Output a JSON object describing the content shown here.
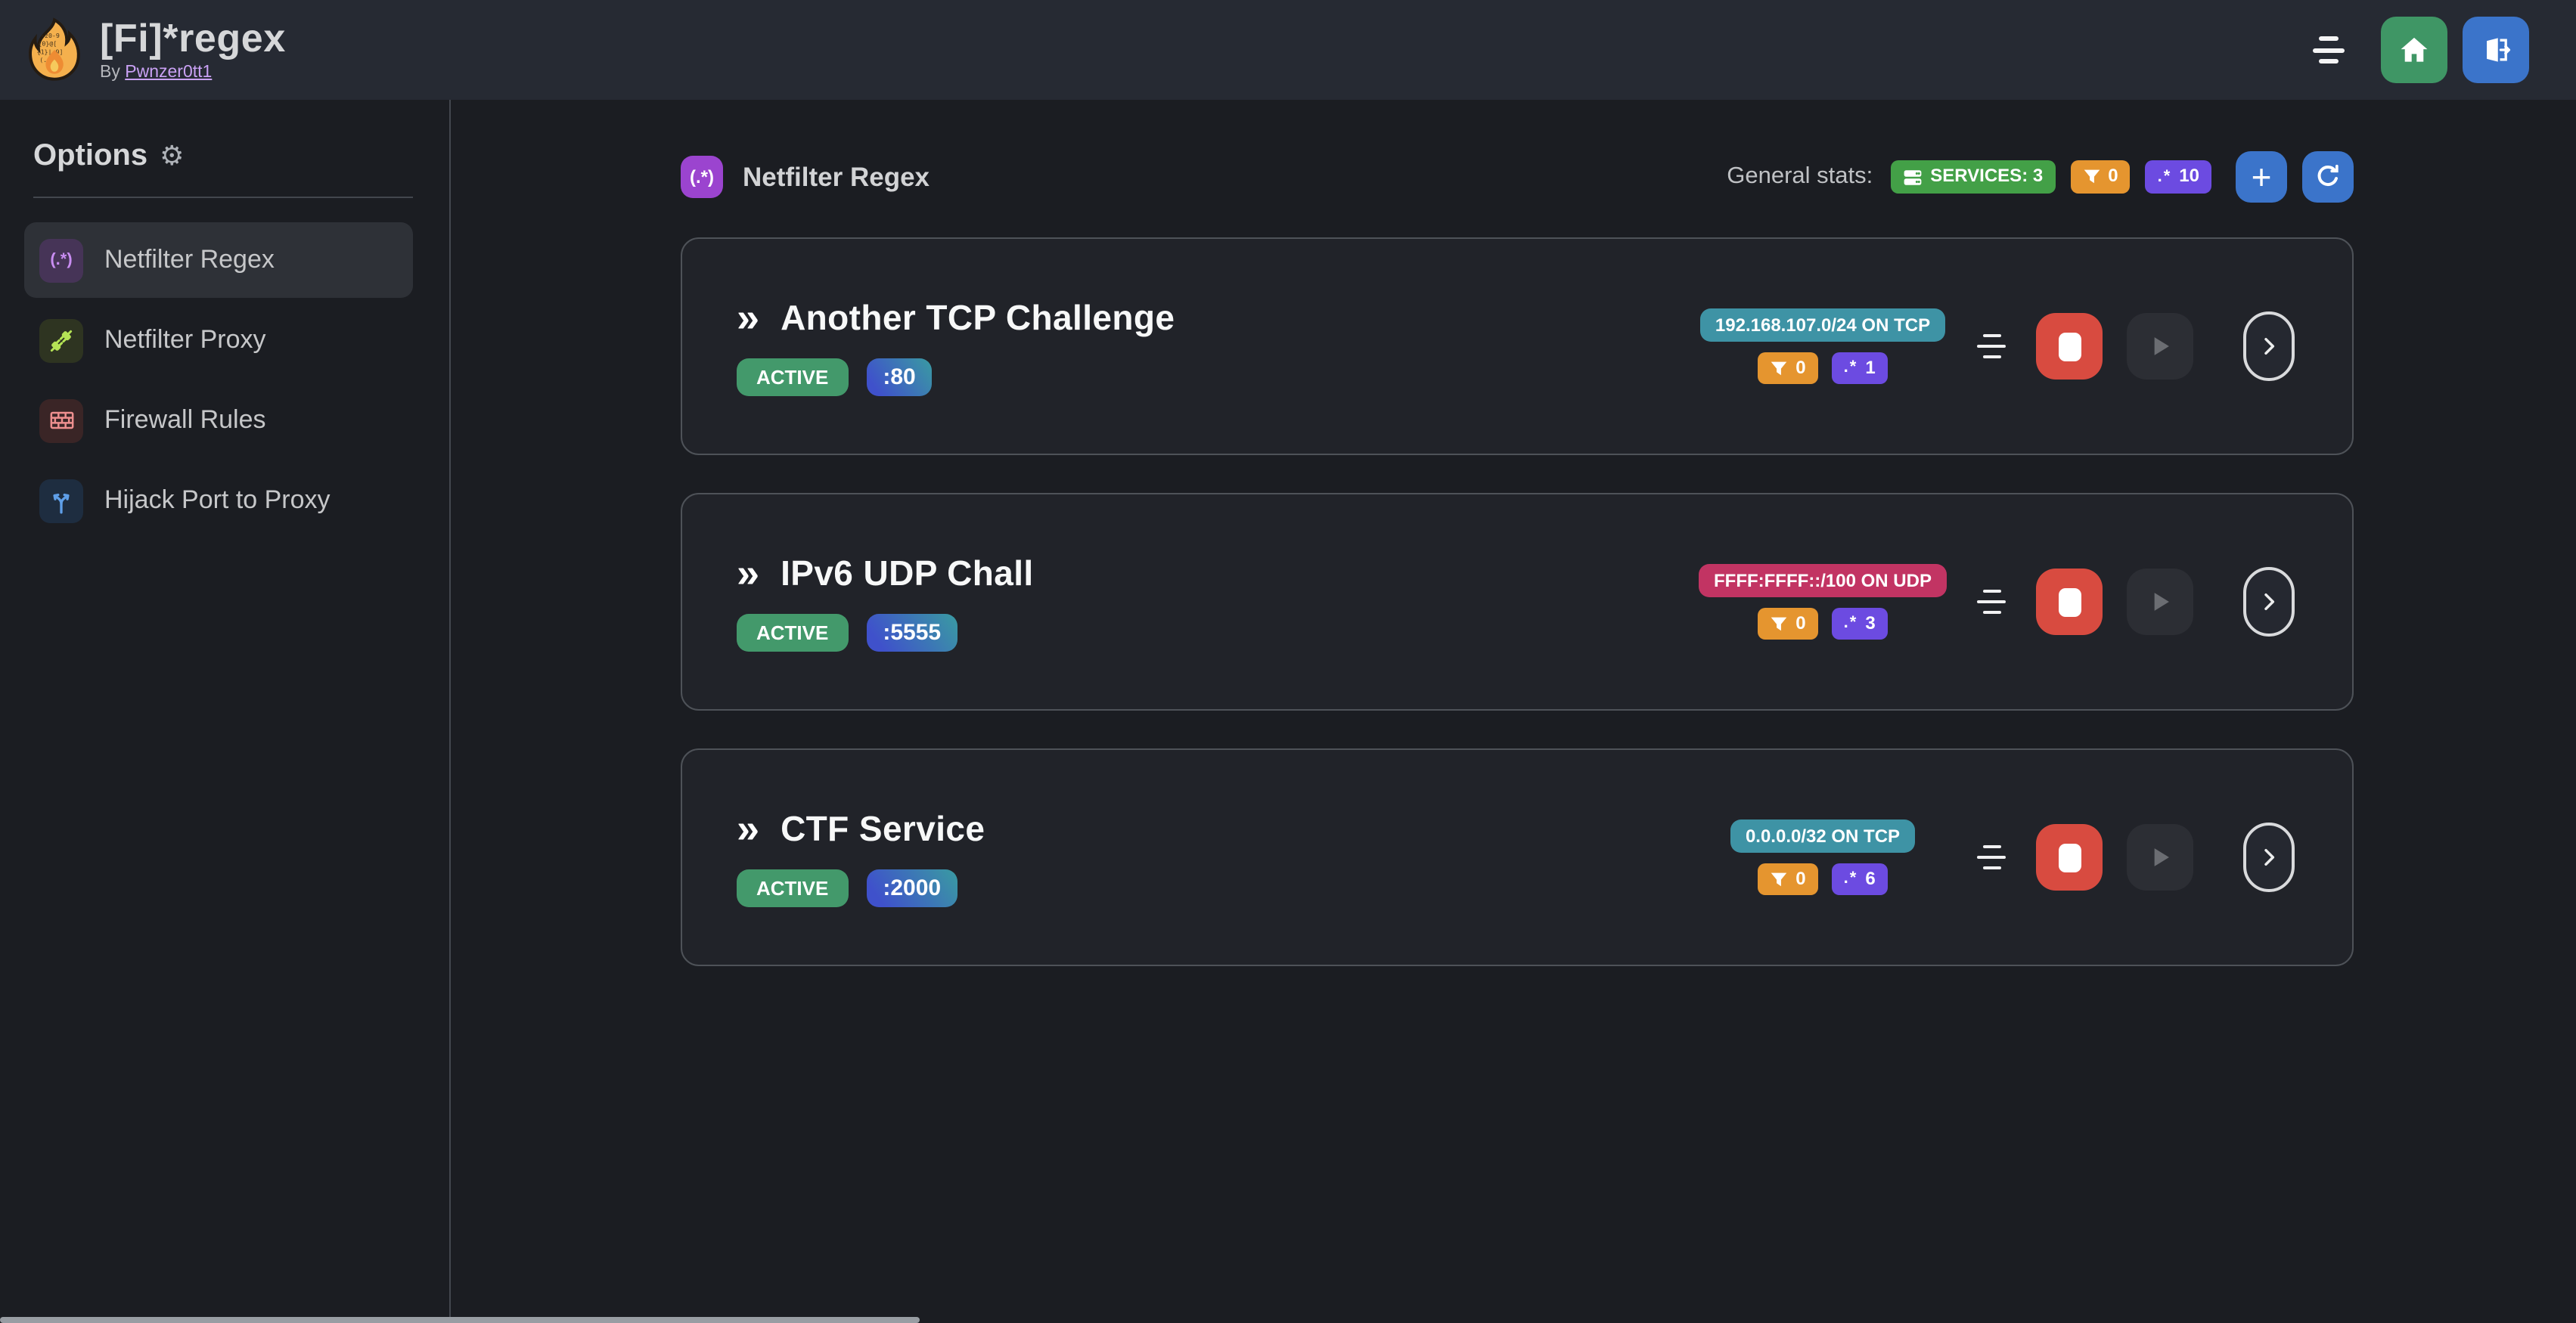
{
  "header": {
    "app_title": "[Fi]*regex",
    "byline_prefix": "By",
    "author_link": "Pwnzer0tt1"
  },
  "sidebar": {
    "title": "Options",
    "items": [
      {
        "label": "Netfilter Regex",
        "icon": "regex-icon",
        "icon_glyph": "(.*)"
      },
      {
        "label": "Netfilter Proxy",
        "icon": "plug-icon"
      },
      {
        "label": "Firewall Rules",
        "icon": "brick-wall-icon"
      },
      {
        "label": "Hijack Port to Proxy",
        "icon": "fork-arrows-icon"
      }
    ]
  },
  "main": {
    "section": {
      "icon_glyph": "(.*)",
      "title": "Netfilter Regex"
    },
    "stats_label": "General stats:",
    "stats": {
      "services_badge": "SERVICES: 3",
      "filter_count": "0",
      "regex_count": "10"
    }
  },
  "services": [
    {
      "name": "Another TCP Challenge",
      "status": "ACTIVE",
      "port": ":80",
      "subnet": "192.168.107.0/24 ON TCP",
      "subnet_color": "#3e93a5",
      "filter_count": "0",
      "regex_count": "1"
    },
    {
      "name": "IPv6 UDP Chall",
      "status": "ACTIVE",
      "port": ":5555",
      "subnet": "FFFF:FFFF::/100 ON UDP",
      "subnet_color": "#c23463",
      "filter_count": "0",
      "regex_count": "3"
    },
    {
      "name": "CTF Service",
      "status": "ACTIVE",
      "port": ":2000",
      "subnet": "0.0.0.0/32 ON TCP",
      "subnet_color": "#3e93a5",
      "filter_count": "0",
      "regex_count": "6"
    }
  ],
  "glyphs": {
    "gear": "⚙",
    "double_chevron": "»",
    "plus": "+",
    "regex_dot_star": ".*"
  },
  "colors": {
    "home_green": "#3f9665",
    "logout_blue": "#3b74ca",
    "badge_green": "#43a047",
    "badge_orange": "#e5952f",
    "badge_purple": "#6c4be1",
    "active_green": "#43996b",
    "stop_red": "#d84b40",
    "port_blue": "#3f51cb",
    "port_teal": "#3a97a4",
    "subnet_teal": "#3e93a5",
    "subnet_pink": "#c23463"
  }
}
